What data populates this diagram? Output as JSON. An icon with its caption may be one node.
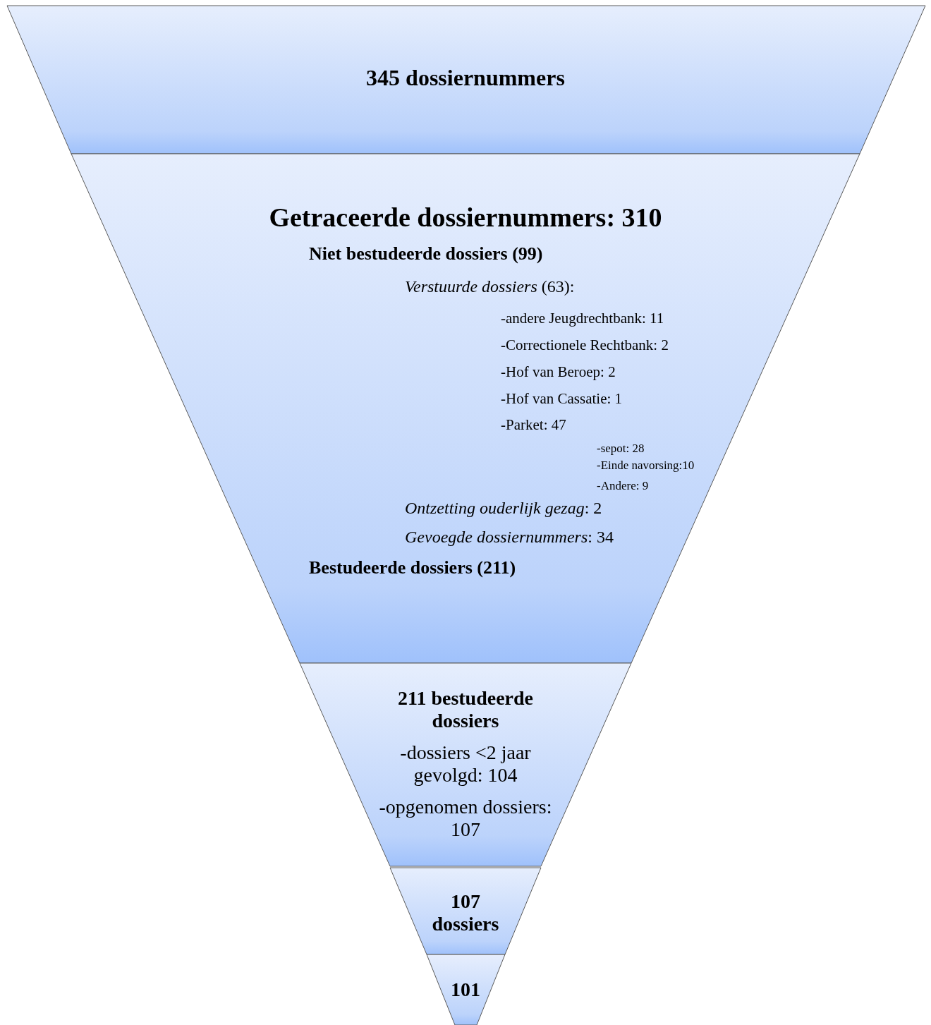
{
  "diagram": {
    "nodes": [
      {
        "text": [
          "345 dossiernummers"
        ]
      },
      {
        "text": [
          "Getraceerde dossiernummers: 310",
          "Niet bestudeerde dossiers (99)",
          "*Verstuurde dossiers* (63):",
          "-andere Jeugdrechtbank: 11",
          "-Correctionele Rechtbank: 2",
          "-Hof van Beroep: 2",
          "-Hof van Cassatie: 1",
          "-Parket: 47",
          "-sepot: 28",
          "-Einde navorsing:10",
          "-Andere: 9",
          "*Ontzetting ouderlijk gezag*: 2",
          "*Gevoegde dossiernummers*: 34",
          "Bestudeerde dossiers (211)"
        ]
      },
      {
        "text": [
          "211 bestudeerde dossiers",
          "-dossiers <2 jaar gevolgd: 104",
          "-opgenomen dossiers: 107"
        ]
      },
      {
        "text": [
          "107 dossiers"
        ]
      },
      {
        "text": [
          "101"
        ]
      }
    ]
  }
}
